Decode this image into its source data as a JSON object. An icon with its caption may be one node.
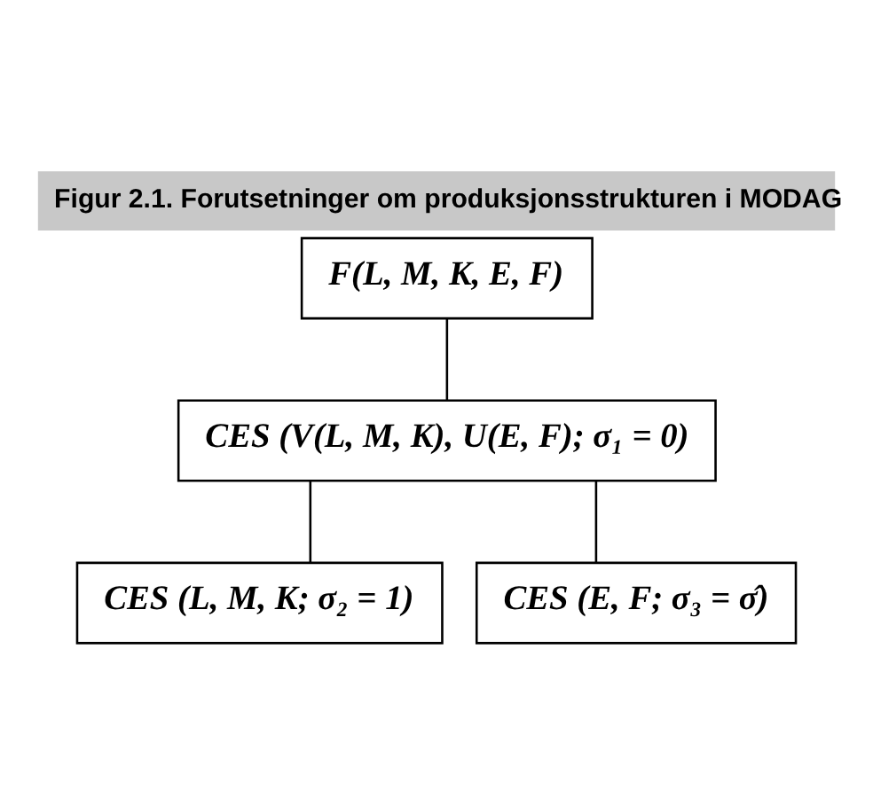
{
  "diagram": {
    "title": "Figur 2.1. Forutsetninger om produksjonsstrukturen i MODAG",
    "nodes": [
      {
        "text": [
          "F(L, M, K, E, F)"
        ]
      },
      {
        "text": [
          "CES (V(L, M, K), U(E, F); σ₁ = 0)"
        ]
      },
      {
        "text": [
          "CES (L, M, K; σ₂ = 1)"
        ]
      },
      {
        "text": [
          "CES (E, F; σ₃ = σ̂)"
        ]
      }
    ],
    "edges": [
      {
        "from": 0,
        "to": 1,
        "arrow": "none"
      },
      {
        "from": 1,
        "to": 2,
        "arrow": "none"
      },
      {
        "from": 1,
        "to": 3,
        "arrow": "none"
      }
    ]
  }
}
